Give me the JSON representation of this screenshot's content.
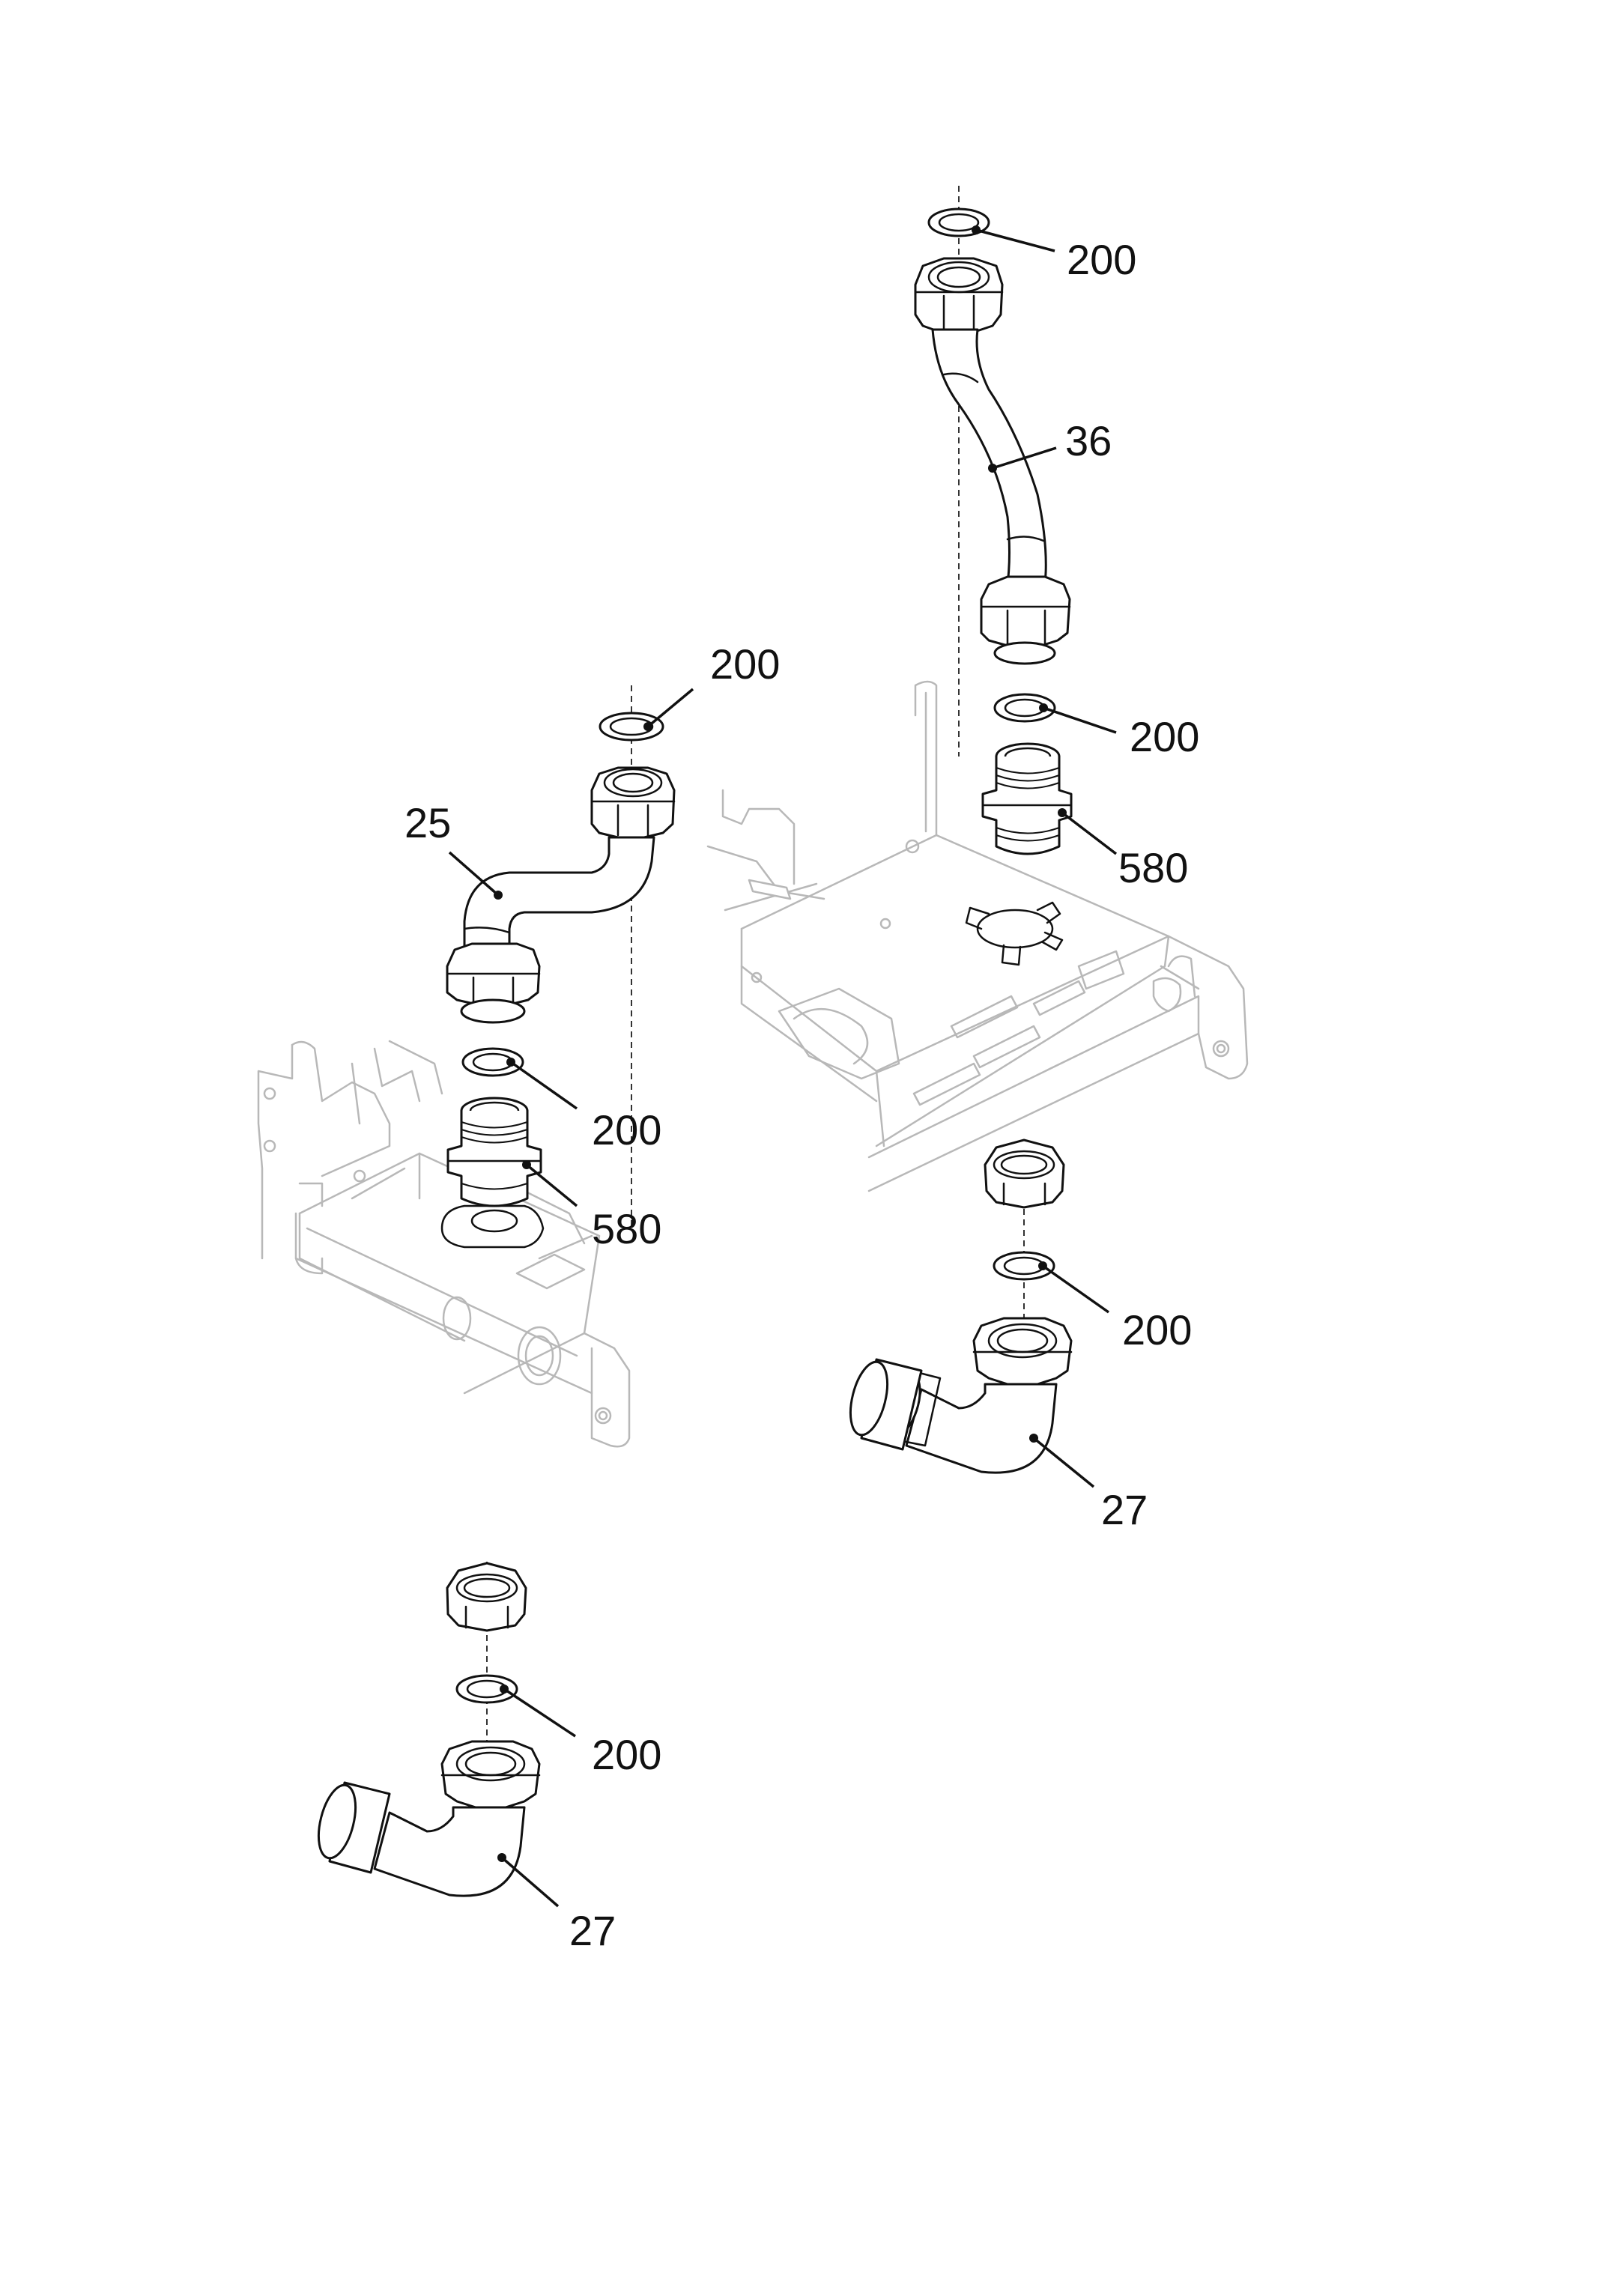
{
  "callouts": [
    {
      "id": "200-a",
      "text": "200"
    },
    {
      "id": "36",
      "text": "36"
    },
    {
      "id": "200-b",
      "text": "200"
    },
    {
      "id": "580-a",
      "text": "580"
    },
    {
      "id": "200-c",
      "text": "200"
    },
    {
      "id": "25",
      "text": "25"
    },
    {
      "id": "200-d",
      "text": "200"
    },
    {
      "id": "580-b",
      "text": "580"
    },
    {
      "id": "200-e",
      "text": "200"
    },
    {
      "id": "27-a",
      "text": "27"
    },
    {
      "id": "200-f",
      "text": "200"
    },
    {
      "id": "27-b",
      "text": "27"
    }
  ]
}
